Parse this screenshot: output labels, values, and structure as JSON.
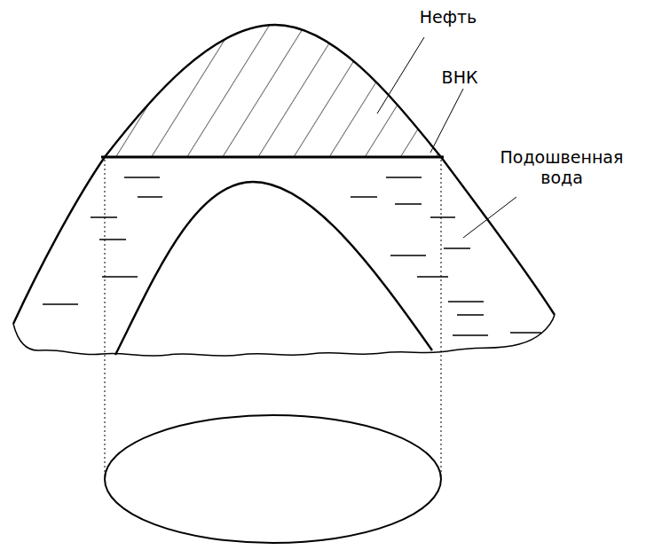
{
  "diagram": {
    "labels": [
      "Нефть",
      "ВНК",
      "Подошвенная вода"
    ]
  }
}
